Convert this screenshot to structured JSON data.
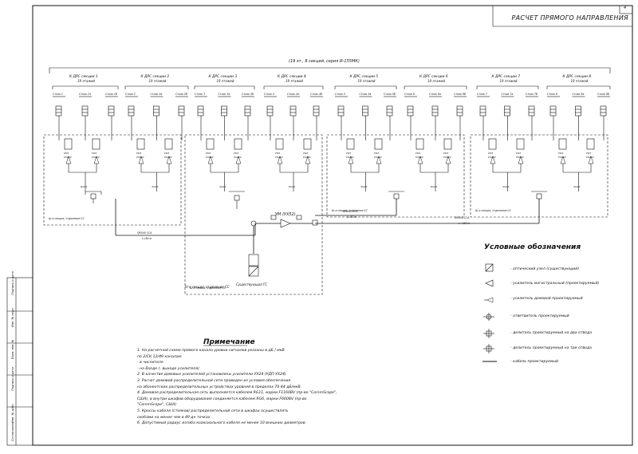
{
  "drawing": {
    "title": "РАСЧЕТ ПРЯМОГО НАПРАВЛЕНИЯ",
    "sheet_number": "4",
    "header_span": "(19 эт., 8 секций, серия И-155МК)",
    "side_labels": [
      "Подпись и дата",
      "Инв. № подл.",
      "Взам. инв. №",
      "Подпись и дата",
      "Инв. № дубл.",
      "Согласовано"
    ]
  },
  "sections": [
    {
      "label": "К ДРС секции 1",
      "sub": "19 этажей",
      "pipes": [
        "Стояк 1",
        "Стояк 1а",
        "Стояк 1б"
      ]
    },
    {
      "label": "К ДРС секции 2",
      "sub": "19 этажей",
      "pipes": [
        "Стояк 2",
        "Стояк 2а",
        "Стояк 2б"
      ]
    },
    {
      "label": "К ДРС секции 3",
      "sub": "19 этажей",
      "pipes": [
        "Стояк 3",
        "Стояк 3а",
        "Стояк 3б"
      ]
    },
    {
      "label": "К ДРС секции 4",
      "sub": "19 этажей",
      "pipes": [
        "Стояк 4",
        "Стояк 4а",
        "Стояк 4б"
      ]
    },
    {
      "label": "К ДРС секции 5",
      "sub": "19 этажей",
      "pipes": [
        "Стояк 5",
        "Стояк 5а",
        "Стояк 5б"
      ]
    },
    {
      "label": "К ДРС секции 6",
      "sub": "19 этажей",
      "pipes": [
        "Стояк 6",
        "Стояк 6а",
        "Стояк 6б"
      ]
    },
    {
      "label": "К ДРС секции 7",
      "sub": "19 этажей",
      "pipes": [
        "Стояк 7",
        "Стояк 7а",
        "Стояк 7б"
      ]
    },
    {
      "label": "К ДРС секции 8",
      "sub": "19 этажей",
      "pipes": [
        "Стояк 8",
        "Стояк 8а",
        "Стояк 8б"
      ]
    }
  ],
  "amp_label": "УКЛ",
  "amp_model": "УХ242",
  "cable_label": "RG11",
  "cabinets": [
    {
      "label": "Ш-я секция, отделение СС"
    },
    {
      "label": "Ш-я секция, отделение СС"
    },
    {
      "label": "Ш-я секция, отделение СС"
    },
    {
      "label": "Ш-я секция, отделение СС"
    }
  ],
  "center_labels": {
    "main_amp": "УМ (УХ52)",
    "main_cabinet": "IV-я секция, отделение СС",
    "head_station": "Существующая ГС",
    "trunk_left": "QR540 ССА",
    "trunk_mid": "QR540 ССА",
    "trunk_right": "QR540 ССА",
    "trunk_left_len": "L=80 м",
    "trunk_mid_len": "L=50 м",
    "trunk_right_len": "L=150 м"
  },
  "legend": {
    "title": "Условные обозначения",
    "items": [
      "- оптический узел (существующий)",
      "- усилитель магистральный (проектируемый)",
      "- усилитель домовой проектируемый",
      "- ответвитель проектируемый",
      "- делитель проектируемый на два отвода",
      "- делитель проектируемый на три отвода",
      "- кабель проектируемый"
    ]
  },
  "notes": {
    "title": "Примечание",
    "lines": [
      "1. На расчетной схеме прямого канала уровни сигналов указаны в дБ / мкВ",
      "    по 2/СК 12/49 каналам:",
      "    - в числителе",
      "    - на Входе (- выходе усилителя)",
      "2. В качестве домовых усилителей установлены усилители УХ24 (УДП-УХ24)",
      "3. Расчет домовой распределительной сети проведен из условия обеспечения",
      "    на абонентских распределительных устройствах уровней в пределах 70-84 дБ/мкВ.",
      "4. Домовая распределительная сеть выполняется кабелем RG11, марки F1160BV (пр-во \"CommScope\",",
      "    США), в внутри шкафов оборудования соединяется кабелем RG6, марки F660BV (пр-во",
      "    \"CommScope\", США)",
      "5. Кроссы кабеля (стояков) распределительной сети в шкафах осуществлять",
      "    скобами на менее чем в 49 дн точках.",
      "6. Допустимый радиус изгиба коаксиального кабеля не менее 10 внешних диаметров."
    ]
  }
}
